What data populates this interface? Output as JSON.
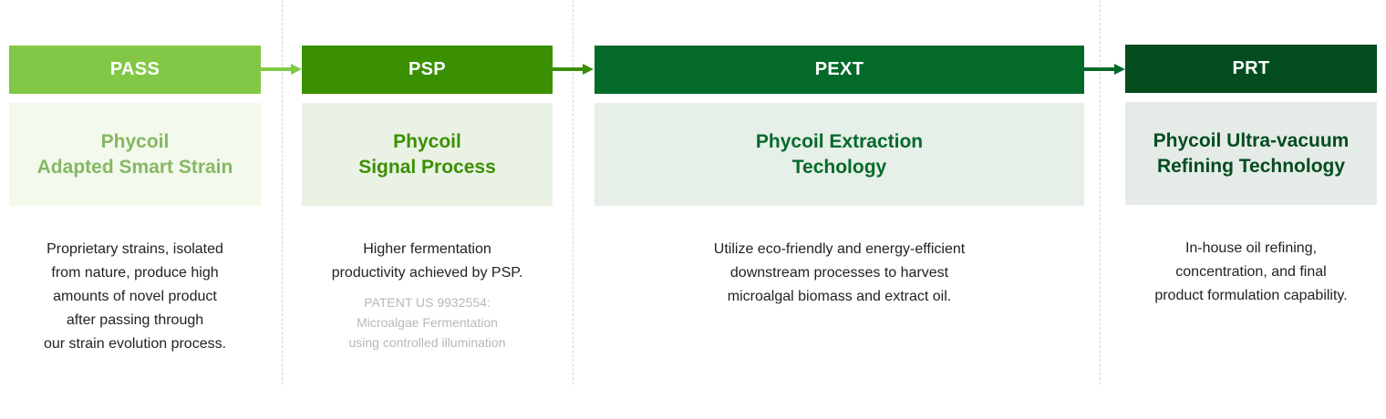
{
  "colors": {
    "pass": "#82c846",
    "psp": "#3a9000",
    "pext": "#036a2a",
    "prt": "#034c1f"
  },
  "steps": [
    {
      "code": "PASS",
      "title": [
        "Phycoil",
        "Adapted Smart Strain"
      ],
      "desc": [
        "Proprietary strains, isolated",
        "from nature, produce high",
        "amounts of novel product",
        "after passing through",
        "our strain evolution process."
      ]
    },
    {
      "code": "PSP",
      "title": [
        "Phycoil",
        "Signal Process"
      ],
      "desc": [
        "Higher fermentation",
        "productivity achieved by PSP."
      ],
      "patent": [
        "PATENT US 9932554:",
        "Microalgae Fermentation",
        "using controlled illumination"
      ]
    },
    {
      "code": "PEXT",
      "title": [
        "Phycoil Extraction",
        "Techology"
      ],
      "desc": [
        "Utilize eco-friendly and energy-efficient",
        "downstream processes to harvest",
        "microalgal biomass and extract oil."
      ]
    },
    {
      "code": "PRT",
      "title": [
        "Phycoil Ultra-vacuum",
        "Refining Technology"
      ],
      "desc": [
        "In-house oil refining,",
        "concentration, and final",
        "product formulation capability."
      ]
    }
  ]
}
